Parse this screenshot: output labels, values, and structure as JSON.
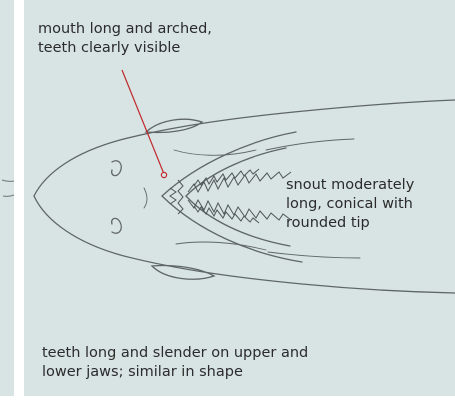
{
  "annotations": {
    "mouth": "mouth long and arched,\nteeth clearly visible",
    "snout": "snout moderately\nlong, conical with\nrounded tip",
    "teeth": "teeth long and slender on upper and\nlower jaws; similar in shape"
  },
  "colors": {
    "panel_background": "#d8e3e3",
    "text": "#2b2b2b",
    "pointer_line": "#c0282c",
    "outline": "#5f6666"
  }
}
